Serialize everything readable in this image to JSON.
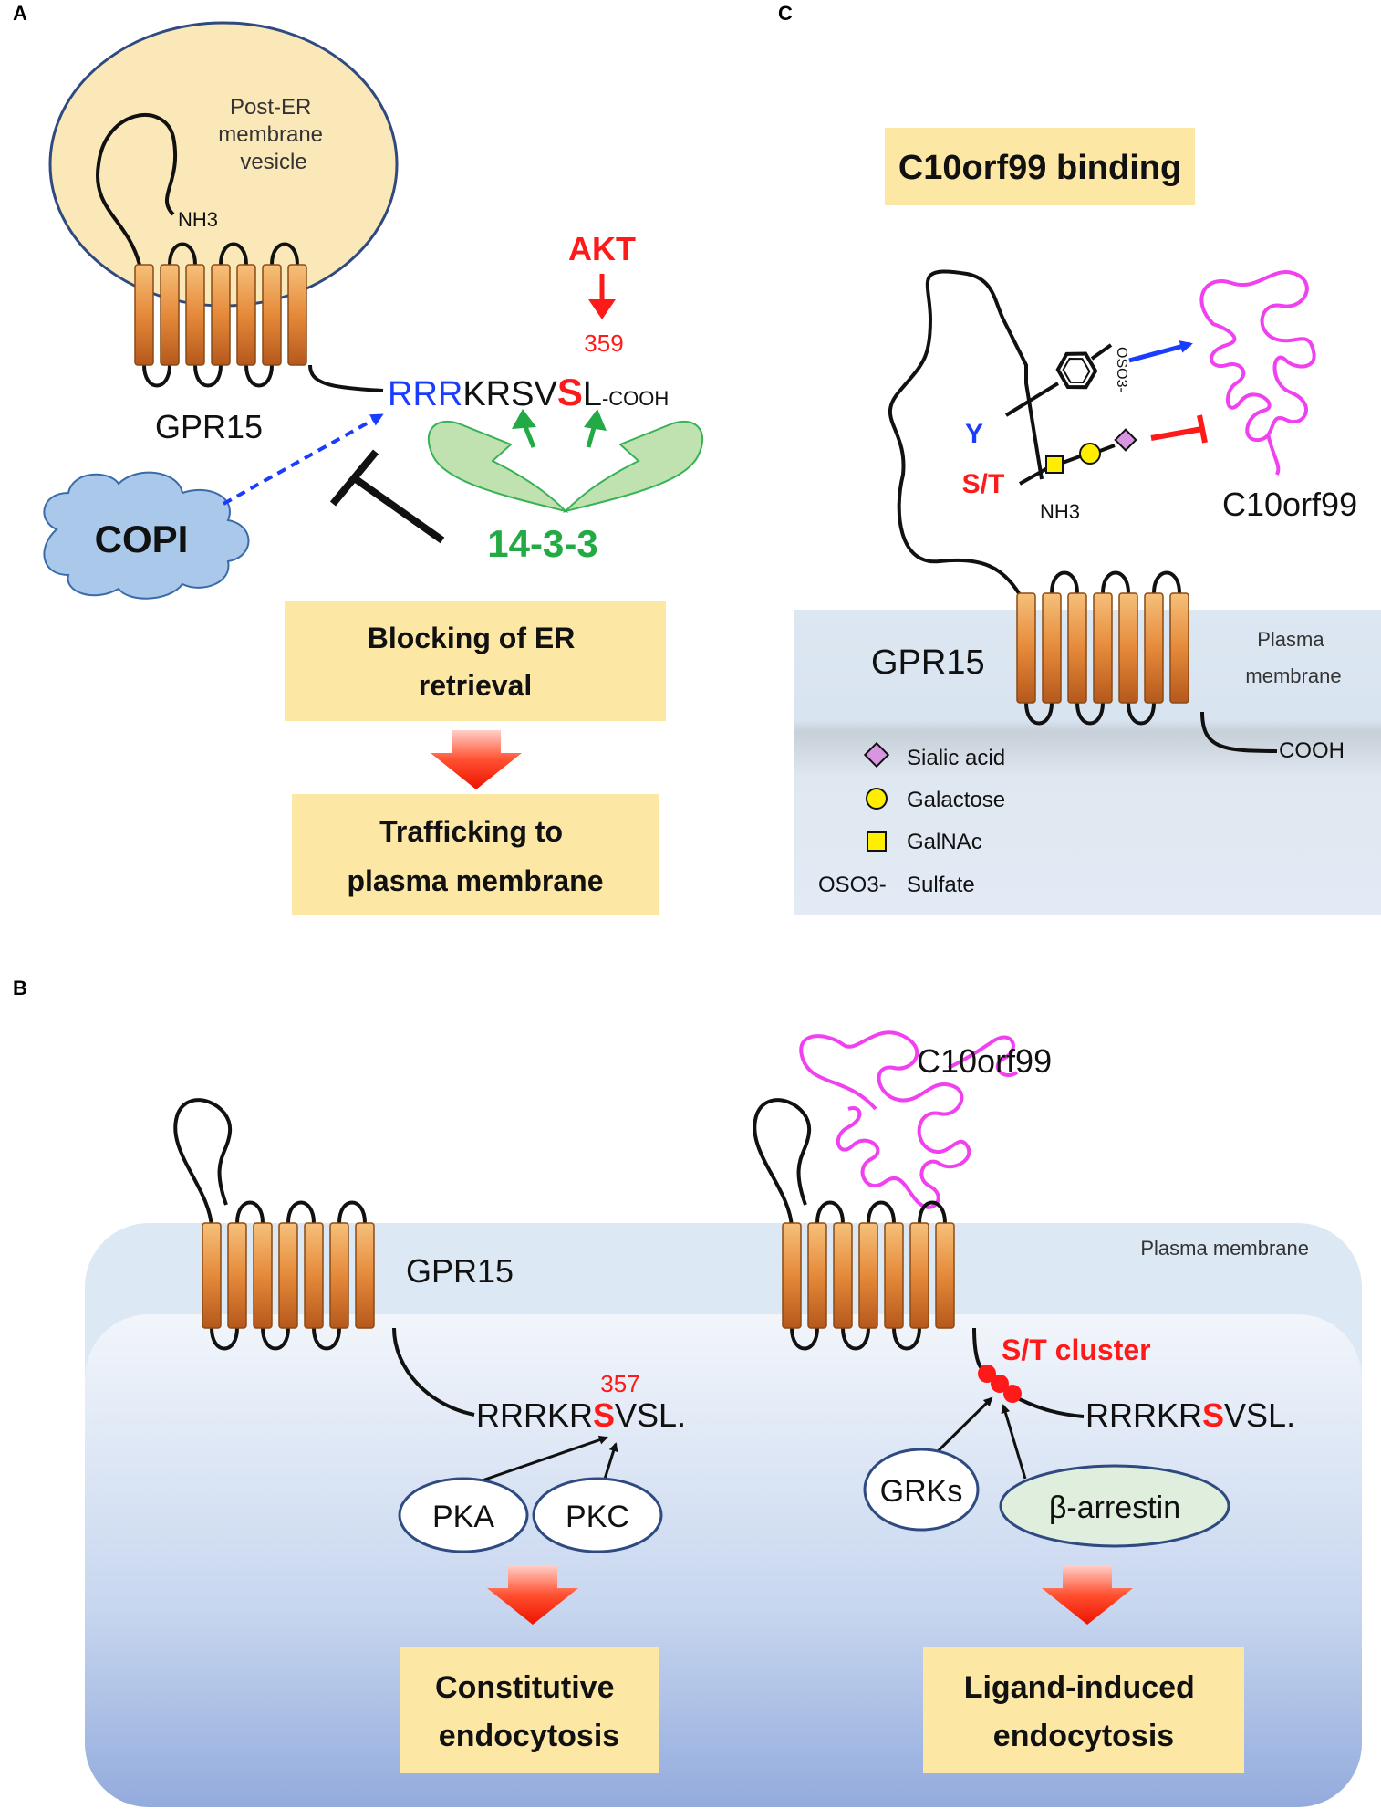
{
  "panels": {
    "A": {
      "label": "A",
      "vesicle_label": [
        "Post-ER",
        "membrane",
        "vesicle"
      ],
      "nh3": "NH3",
      "receptor": "GPR15",
      "akt": "AKT",
      "residue_number": "359",
      "seq_blue": "RRR",
      "seq_black": "KRSV",
      "seq_red": "S",
      "seq_tail": "L",
      "seq_cooh": "-COOH",
      "copi": "COPI",
      "protein_1433": "14-3-3",
      "box_blocking": [
        "Blocking of ER",
        "retrieval"
      ],
      "box_trafficking": [
        "Trafficking to",
        "plasma membrane"
      ]
    },
    "B": {
      "label": "B",
      "c10orf99": "C10orf99",
      "plasma_membrane": "Plasma membrane",
      "receptor": "GPR15",
      "residue_number": "357",
      "seq_left_a": "RRRKR",
      "seq_left_s": "S",
      "seq_left_b": "VSL.",
      "seq_right_a": "RRRKR",
      "seq_right_s": "S",
      "seq_right_b": "VSL.",
      "st_cluster": "S/T cluster",
      "pka": "PKA",
      "pkc": "PKC",
      "grks": "GRKs",
      "arrestin": "β-arrestin",
      "box_constitutive": [
        "Constitutive",
        "endocytosis"
      ],
      "box_ligand": [
        "Ligand-induced",
        "endocytosis"
      ]
    },
    "C": {
      "label": "C",
      "title": "C10orf99 binding",
      "oso3": "OSO3-",
      "y": "Y",
      "st": "S/T",
      "nh3": "NH3",
      "c10orf99": "C10orf99",
      "receptor": "GPR15",
      "plasma_membrane": [
        "Plasma",
        "membrane"
      ],
      "cooh": "COOH",
      "legend": {
        "sialic": "Sialic acid",
        "galactose": "Galactose",
        "galnac": "GalNAc",
        "sulfate_symbol": "OSO3-",
        "sulfate": "Sulfate"
      }
    }
  },
  "colors": {
    "helix_top": "#f6c07a",
    "helix_mid": "#e58a3a",
    "helix_bottom": "#b5581c",
    "vesicle": "#fbe8b8",
    "vesicle_border": "#2e4a80",
    "box_fill": "#fde7a4",
    "red": "#ff1a1a",
    "blue": "#1a3cff",
    "green": "#22aa44",
    "magenta": "#f040f0",
    "copi_fill": "#a9c8ea"
  }
}
